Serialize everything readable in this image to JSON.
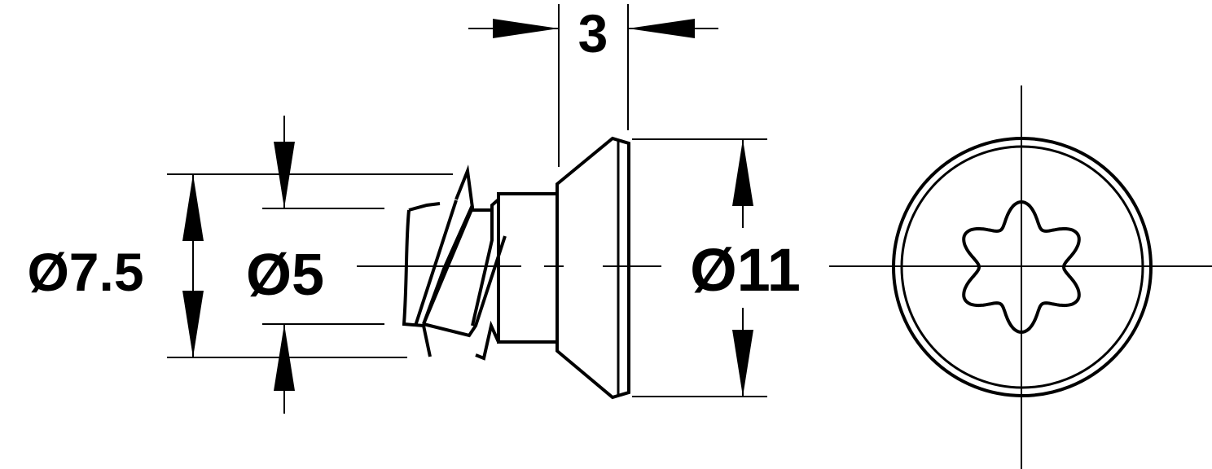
{
  "dimensions": {
    "head_thickness": "3",
    "thread_diameter": "Ø7.5",
    "core_diameter": "Ø5",
    "head_diameter": "Ø11"
  },
  "drive": {
    "type": "torx-six-lobe"
  }
}
